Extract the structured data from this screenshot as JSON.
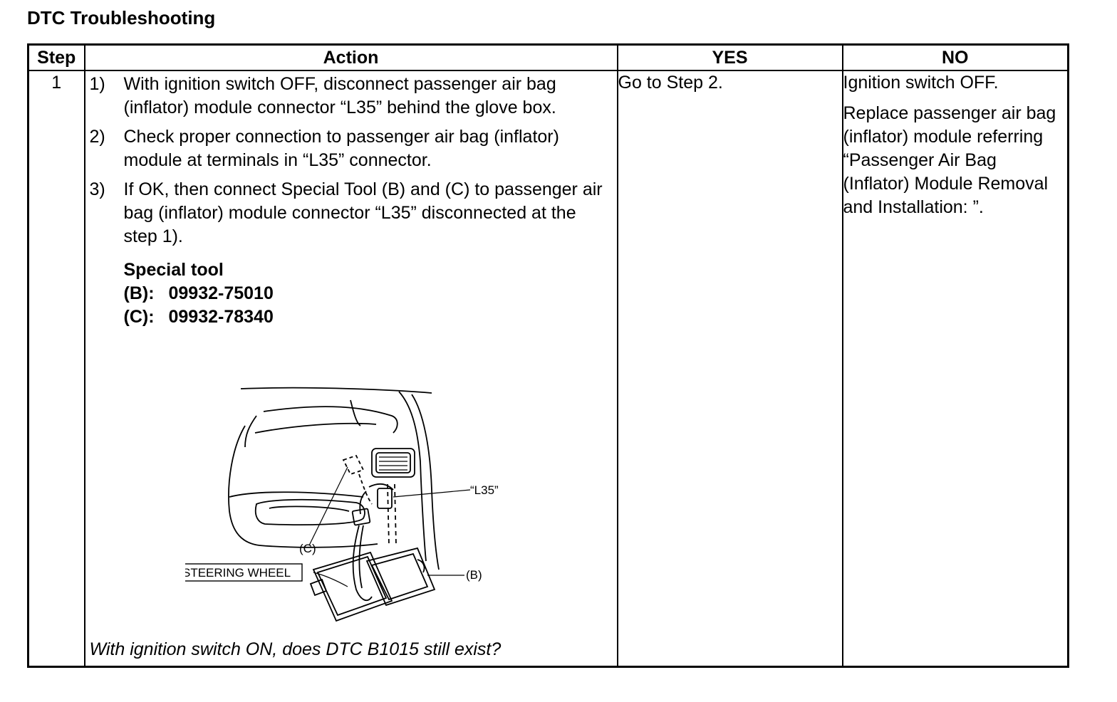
{
  "title": "DTC Troubleshooting",
  "headers": {
    "step": "Step",
    "action": "Action",
    "yes": "YES",
    "no": "NO"
  },
  "row": {
    "step": "1",
    "actions": [
      {
        "num": "1)",
        "text": "With ignition switch OFF, disconnect passenger air bag (inflator) module connector “L35” behind the glove box."
      },
      {
        "num": "2)",
        "text": "Check proper connection to passenger air bag (inflator) module at terminals in “L35” connector."
      },
      {
        "num": "3)",
        "text": "If OK, then connect Special Tool (B) and (C) to passenger air bag (inflator) module connector “L35” disconnected at the step 1)."
      }
    ],
    "special_tool": {
      "heading": "Special tool",
      "tools": [
        {
          "key": "(B):",
          "code": "09932-75010"
        },
        {
          "key": "(C):",
          "code": "09932-78340"
        }
      ]
    },
    "figure_labels": {
      "connector": "“L35”",
      "tool_c": "(C)",
      "steering_wheel": "STEERING WHEEL",
      "tool_b": "(B)"
    },
    "question": "With ignition switch ON, does DTC B1015 still exist?",
    "yes": "Go to Step 2.",
    "no": [
      "Ignition switch OFF.",
      "Replace passenger air bag (inflator) module referring “Passenger Air Bag (Inflator) Module Removal and Installation: ”."
    ]
  }
}
